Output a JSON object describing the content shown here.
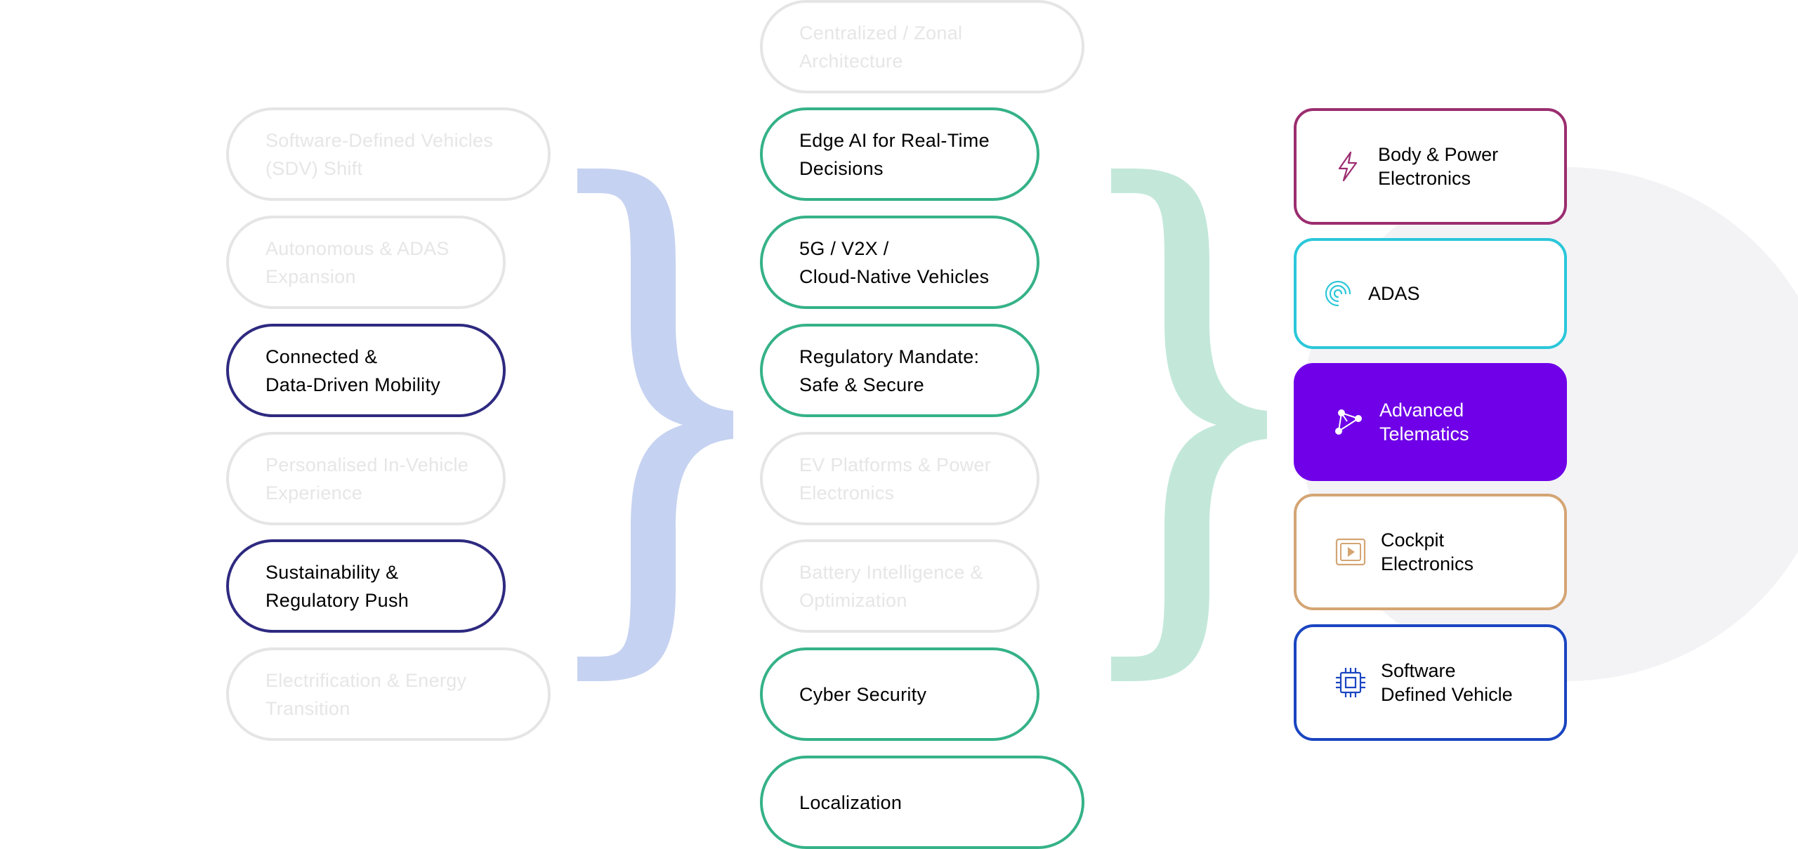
{
  "colors": {
    "faded_border": "#e5e5e5",
    "navy": "#2e2a80",
    "green": "#35b287",
    "brace_left": "#c6d2f1",
    "brace_right": "#c3e8da",
    "body_power": "#9b2d6f",
    "adas": "#2ac7d9",
    "telematics": "#6f00e8",
    "cockpit": "#d4a574",
    "sdv": "#1a45c1"
  },
  "left_column": [
    {
      "label": "Software-Defined Vehicles\n(SDV) Shift",
      "state": "faded"
    },
    {
      "label": "Autonomous & ADAS\nExpansion",
      "state": "faded"
    },
    {
      "label": "Connected &\nData-Driven Mobility",
      "state": "active"
    },
    {
      "label": "Personalised In-Vehicle\nExperience",
      "state": "faded"
    },
    {
      "label": "Sustainability &\nRegulatory Push",
      "state": "active"
    },
    {
      "label": "Electrification & Energy\nTransition",
      "state": "faded"
    }
  ],
  "middle_column": [
    {
      "label": "Centralized / Zonal\nArchitecture",
      "state": "faded"
    },
    {
      "label": "Edge AI for Real-Time\nDecisions",
      "state": "active"
    },
    {
      "label": "5G / V2X /\nCloud-Native Vehicles",
      "state": "active"
    },
    {
      "label": "Regulatory Mandate:\nSafe & Secure",
      "state": "active"
    },
    {
      "label": "EV Platforms & Power\nElectronics",
      "state": "faded"
    },
    {
      "label": "Battery Intelligence &\nOptimization",
      "state": "faded"
    },
    {
      "label": "Cyber Security",
      "state": "active"
    },
    {
      "label": "Localization",
      "state": "active"
    }
  ],
  "right_column": [
    {
      "label": "Body & Power\nElectronics",
      "icon": "lightning-icon"
    },
    {
      "label": "ADAS",
      "icon": "radar-icon"
    },
    {
      "label": "Advanced\nTelematics",
      "icon": "network-nodes-icon",
      "selected": true
    },
    {
      "label": "Cockpit\nElectronics",
      "icon": "play-screen-icon"
    },
    {
      "label": "Software\nDefined Vehicle",
      "icon": "chip-icon"
    }
  ]
}
